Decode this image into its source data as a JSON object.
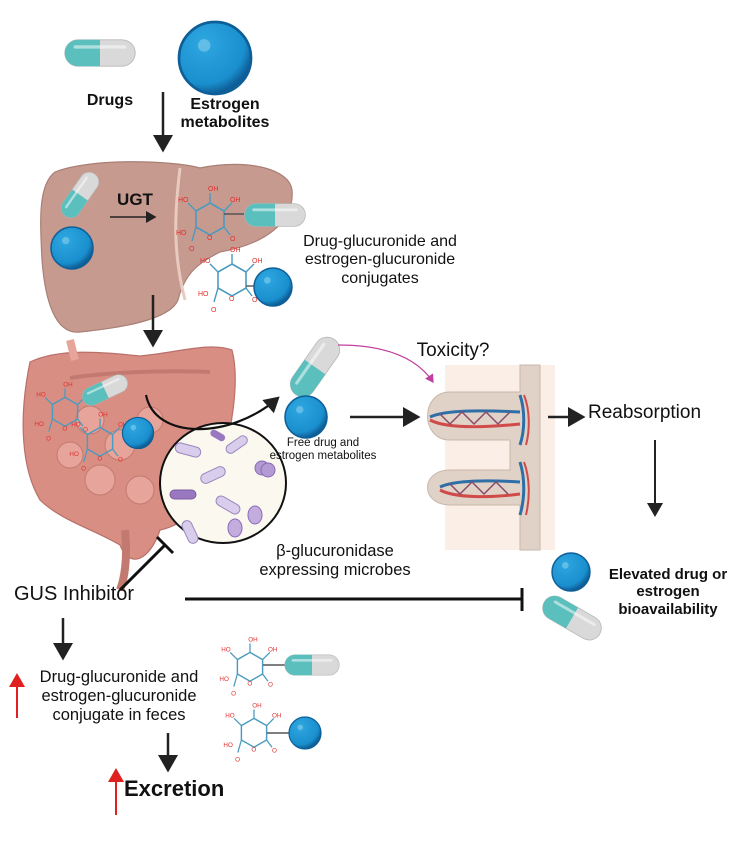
{
  "figure": {
    "title": "GUS inhibitor effect on drug and estrogen glucuronide metabolism",
    "colors": {
      "capsule_teal": "#5bbfbd",
      "capsule_grey": "#d9d9d9",
      "sphere_blue": "#1a8fce",
      "liver": "#c79a8f",
      "intestine": "#d98e83",
      "microbe_purple": "#b39ad3",
      "toxicity_arrow": "#c040a0",
      "increase_arrow": "#e02020",
      "villus": "#e0d2c7",
      "artery": "#d04a4a",
      "vein": "#2f6fa8",
      "molecule_bond": "#4a9bbf",
      "molecule_atom": "#e03030"
    }
  },
  "labels": {
    "drugs": "Drugs",
    "estrogen_metabolites": "Estrogen metabolites",
    "ugt": "UGT",
    "conjugates": "Drug-glucuronide and estrogen-glucuronide conjugates",
    "toxicity": "Toxicity?",
    "free_drug": "Free drug and estrogen metabolites",
    "reabsorption": "Reabsorption",
    "gus_microbes": "β-glucuronidase expressing microbes",
    "gus_inhibitor": "GUS Inhibitor",
    "elevated": "Elevated drug or estrogen bioavailability",
    "feces_conjugates": "Drug-glucuronide and estrogen-glucuronide conjugate in feces",
    "excretion": "Excretion"
  },
  "molecule_atoms": {
    "oh": "OH",
    "ho": "HO",
    "o": "O"
  }
}
